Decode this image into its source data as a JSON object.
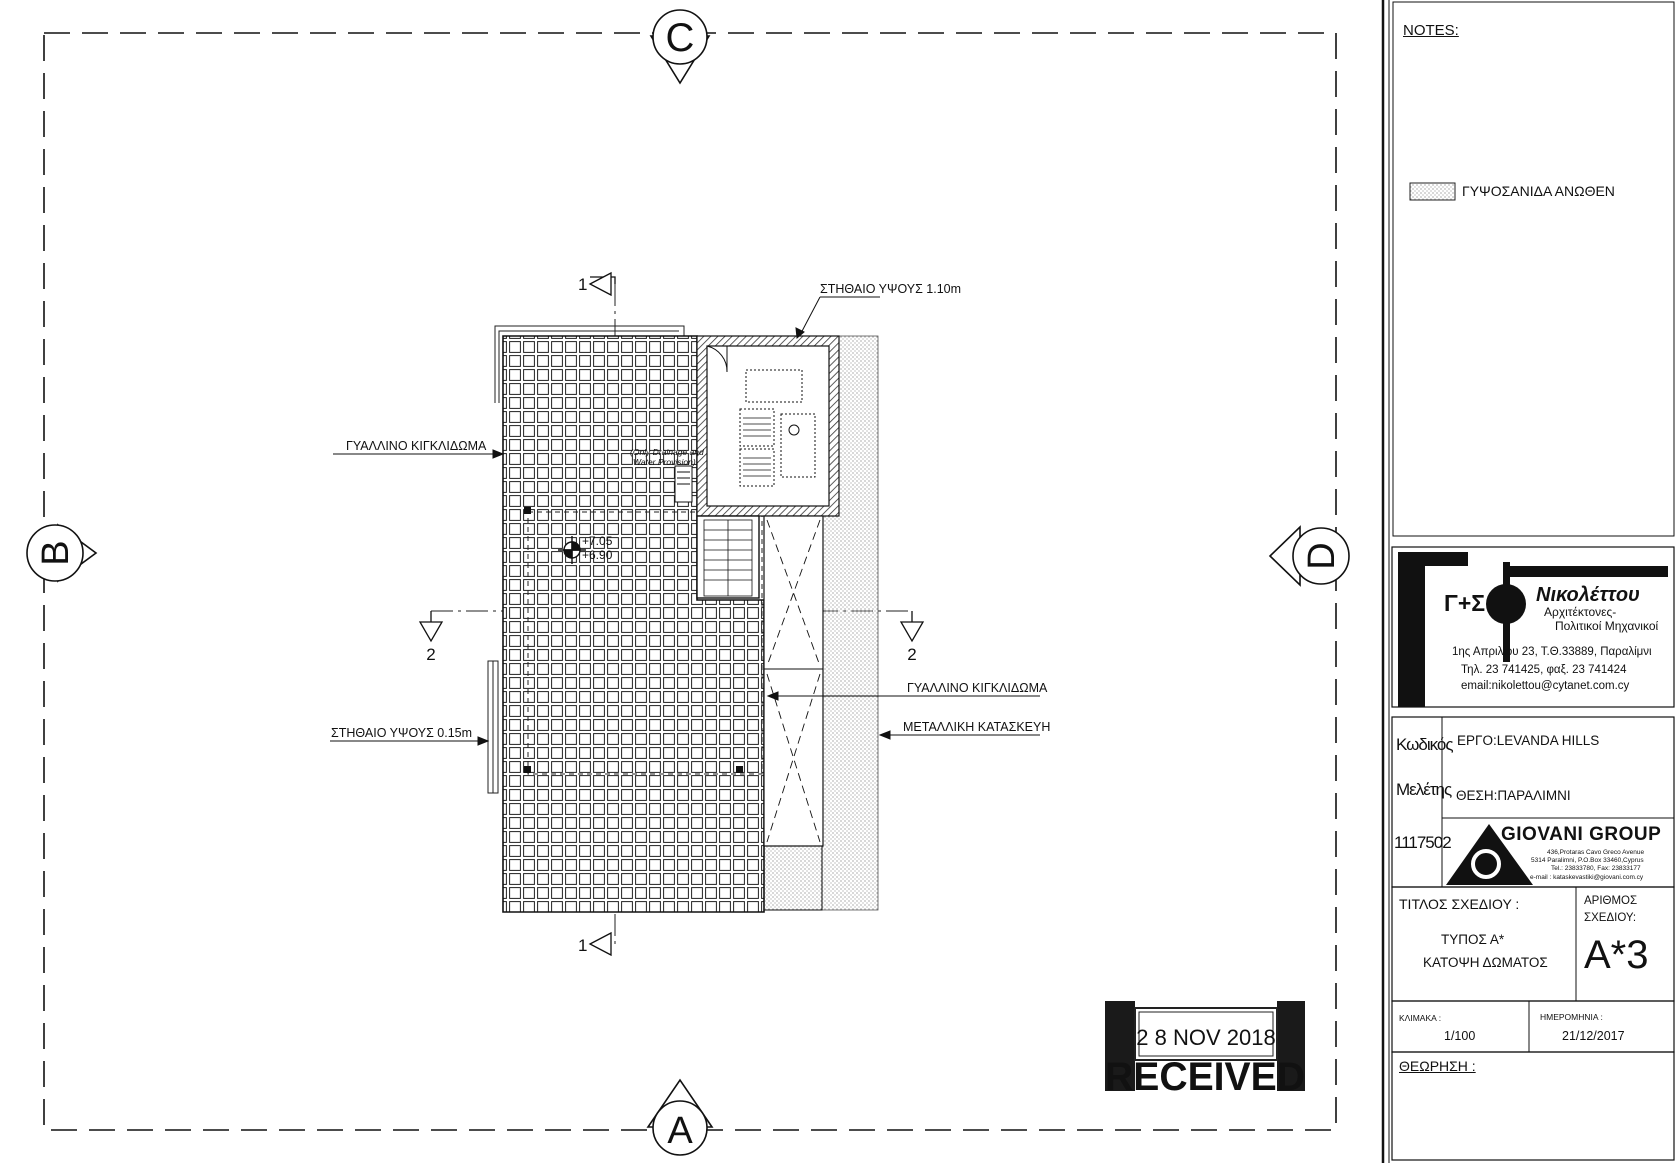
{
  "markers": {
    "top": "C",
    "left": "B",
    "right": "D",
    "bottom": "A"
  },
  "section_marks": {
    "vertical": "1",
    "horizontal": "2"
  },
  "labels": {
    "parapet_top": "ΣΤΗΘΑΙΟ ΥΨΟΥΣ 1.10m",
    "glass_railing_left": "ΓΥΑΛΛΙΝΟ ΚΙΓΚΛΙΔΩΜΑ",
    "parapet_left": "ΣΤΗΘΑΙΟ ΥΨΟΥΣ 0.15m",
    "glass_railing_right": "ΓΥΑΛΛΙΝΟ ΚΙΓΚΛΙΔΩΜΑ",
    "metal_structure": "ΜΕΤΑΛΛΙΚΗ ΚΑΤΑΣΚΕΥΗ",
    "drainage_note_1": "(Only Drainage and",
    "drainage_note_2": "Water Provision)",
    "level_top": "+7.05",
    "level_bottom": "+6.90"
  },
  "stamp": {
    "date": "2 8  NOV  2018",
    "word": "RECEIVED"
  },
  "title_block": {
    "notes_heading": "NOTES:",
    "legend_label": "ΓΥΨΟΣΑΝΙΔΑ ΑΝΩΘΕΝ",
    "firm": {
      "initials": "Γ+Σ",
      "name": "Νικολέττου",
      "profession_1": "Αρχιτέκτονες-",
      "profession_2": "Πολιτικοί Μηχανικοί",
      "address": "1ης Απριλίου 23, Τ.Θ.33889, Παραλίμνι",
      "phone": "Τηλ. 23 741425, φαξ. 23 741424",
      "email": "email:nikolettou@cytanet.com.cy"
    },
    "code_label_1": "Κωδικός",
    "code_label_2": "Μελέτης",
    "code_value": "1117502",
    "project": "ΕΡΓΟ:LEVANDA HILLS",
    "location": "ΘΕΣΗ:ΠΑΡΑΛΙΜΝΙ",
    "client": {
      "name": "GIOVANI GROUP",
      "line_1": "436,Protaras Cavo Greco Avenue",
      "line_2": "5314 Paralimni, P.O.Box 33460,Cyprus",
      "line_3": "Tel.: 23833780, Fax: 23833177",
      "line_4": "e-mail : kataskevastiki@giovani.com.cy"
    },
    "title_label": "ΤΙΤΛΟΣ ΣΧΕΔΙΟΥ :",
    "title_line_1": "ΤΥΠΟΣ Α*",
    "title_line_2": "ΚΑΤΟΨΗ ΔΩΜΑΤΟΣ",
    "number_label_1": "ΑΡΙΘΜΟΣ",
    "number_label_2": "ΣΧΕΔΙΟΥ:",
    "number_value": "Α*3",
    "scale_label": "ΚΛΙΜΑΚΑ :",
    "scale_value": "1/100",
    "date_label": "ΗΜΕΡΟΜΗΝΙΑ :",
    "date_value": "21/12/2017",
    "review_label": "ΘΕΩΡΗΣΗ :"
  }
}
